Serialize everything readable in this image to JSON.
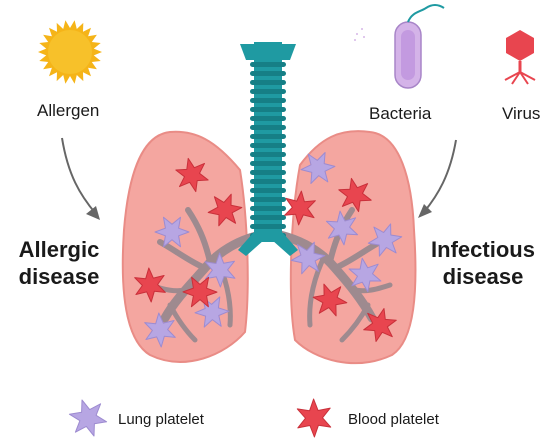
{
  "labels": {
    "allergen": "Allergen",
    "bacteria": "Bacteria",
    "virus": "Virus",
    "allergic_line1": "Allergic",
    "allergic_line2": "disease",
    "infectious_line1": "Infectious",
    "infectious_line2": "disease"
  },
  "legend": {
    "lung_platelet": "Lung platelet",
    "blood_platelet": "Blood platelet"
  },
  "icons": {
    "allergen": "sun-icon",
    "bacteria": "bacteria-icon",
    "virus": "virus-icon",
    "lung_platelet": "lung-platelet-icon",
    "blood_platelet": "blood-platelet-icon"
  },
  "colors": {
    "lung_tissue": "#f4a6a0",
    "trachea": "#1f9aa2",
    "lung_platelet": "#b7a6e3",
    "blood_platelet": "#e8454f",
    "sun": "#f5b418",
    "bronchi": "#9e8a8f"
  }
}
